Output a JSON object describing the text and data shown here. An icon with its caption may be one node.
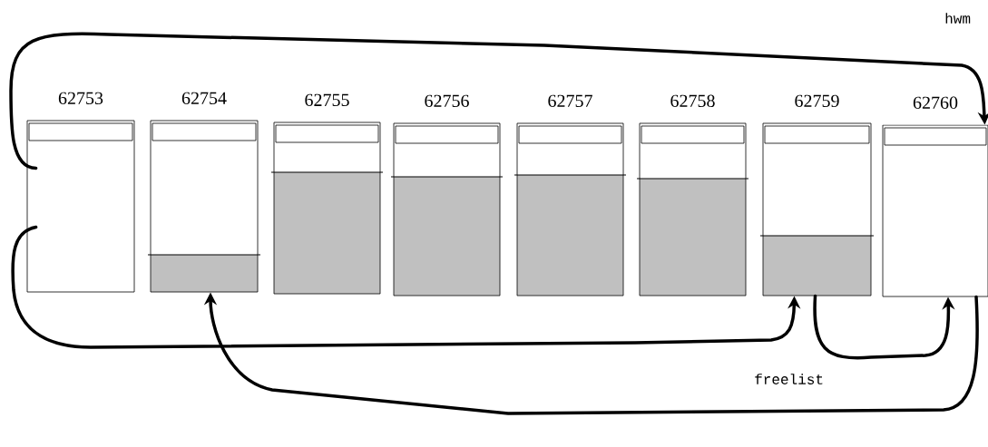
{
  "diagram": {
    "nodes": [
      {
        "text": [
          "62753"
        ]
      },
      {
        "text": [
          "62754"
        ]
      },
      {
        "text": [
          "62755"
        ]
      },
      {
        "text": [
          "62756"
        ]
      },
      {
        "text": [
          "62757"
        ]
      },
      {
        "text": [
          "62758"
        ]
      },
      {
        "text": [
          "62759"
        ]
      },
      {
        "text": [
          "62760"
        ]
      }
    ],
    "edges": [
      {
        "from": 0,
        "to": 7,
        "arrow": "to"
      },
      {
        "from": 0,
        "to": 6,
        "arrow": "to"
      },
      {
        "from": 6,
        "to": 7,
        "arrow": "to"
      },
      {
        "from": 7,
        "to": 1,
        "arrow": "to"
      }
    ],
    "labels": [
      "hwm",
      "freelist"
    ]
  }
}
